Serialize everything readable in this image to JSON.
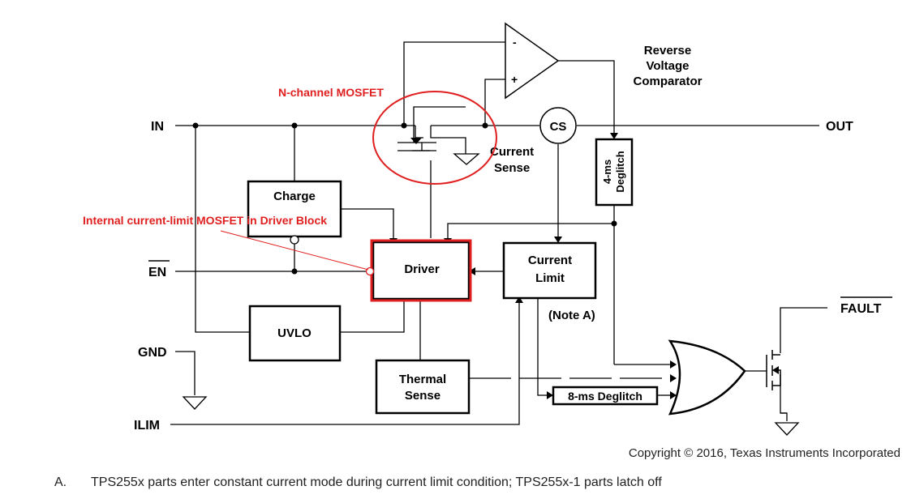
{
  "pins": {
    "in": "IN",
    "en": "EN",
    "gnd": "GND",
    "ilim": "ILIM",
    "out": "OUT",
    "fault": "FAULT"
  },
  "blocks": {
    "charge_pump": "Charge",
    "driver": "Driver",
    "current_limit_line1": "Current",
    "current_limit_line2": "Limit",
    "uvlo": "UVLO",
    "thermal_line1": "Thermal",
    "thermal_line2": "Sense",
    "deglitch_4ms_line1": "4-ms",
    "deglitch_4ms_line2": "Deglitch",
    "deglitch_8ms": "8-ms Deglitch",
    "current_sense_circle": "CS"
  },
  "labels": {
    "comparator_line1": "Reverse",
    "comparator_line2": "Voltage",
    "comparator_line3": "Comparator",
    "comp_minus": "-",
    "comp_plus": "+",
    "current_sense_line1": "Current",
    "current_sense_line2": "Sense",
    "note_a": "(Note A)"
  },
  "annotations": {
    "mosfet": "N-channel MOSFET",
    "internal_limit": "Internal current-limit MOSFET in Driver Block",
    "color": "#e02020"
  },
  "copyright": "Copyright © 2016, Texas Instruments Incorporated",
  "footnote": {
    "marker": "A.",
    "text": "TPS255x parts enter constant current mode during current limit condition; TPS255x-1 parts latch off"
  }
}
